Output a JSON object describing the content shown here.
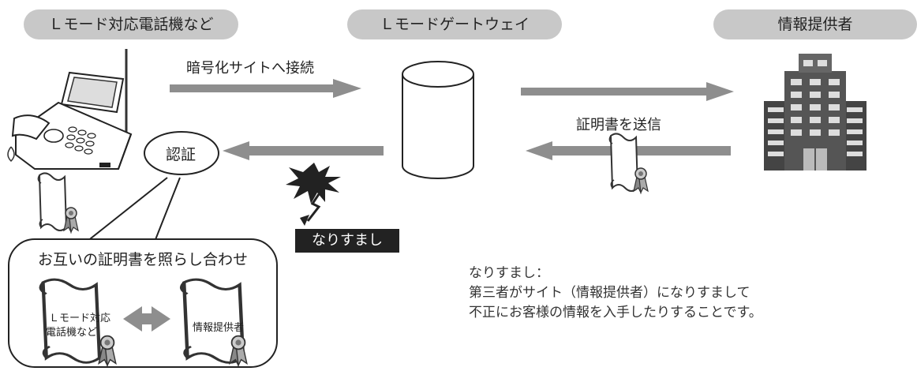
{
  "headers": {
    "device": "Ｌモード対応電話機など",
    "gateway": "Ｌモードゲートウェイ",
    "provider": "情報提供者"
  },
  "arrows": {
    "ssl_connect": "暗号化サイトへ接続",
    "send_certificate": "証明書を送信"
  },
  "auth_label": "認証",
  "compare_box": {
    "title": "お互いの証明書を照らし合わせ",
    "cert_left": [
      "Ｌモード対応",
      "電話機など"
    ],
    "cert_right": "情報提供者"
  },
  "imposter_label": "なりすまし",
  "note": {
    "line1": "なりすまし：",
    "line2": "第三者がサイト（情報提供者）になりすまして",
    "line3": "不正にお客様の情報を入手したりすることです。"
  },
  "colors": {
    "pill": "#c8c8c8",
    "arrow": "#8e8e8e",
    "dark": "#222222"
  }
}
